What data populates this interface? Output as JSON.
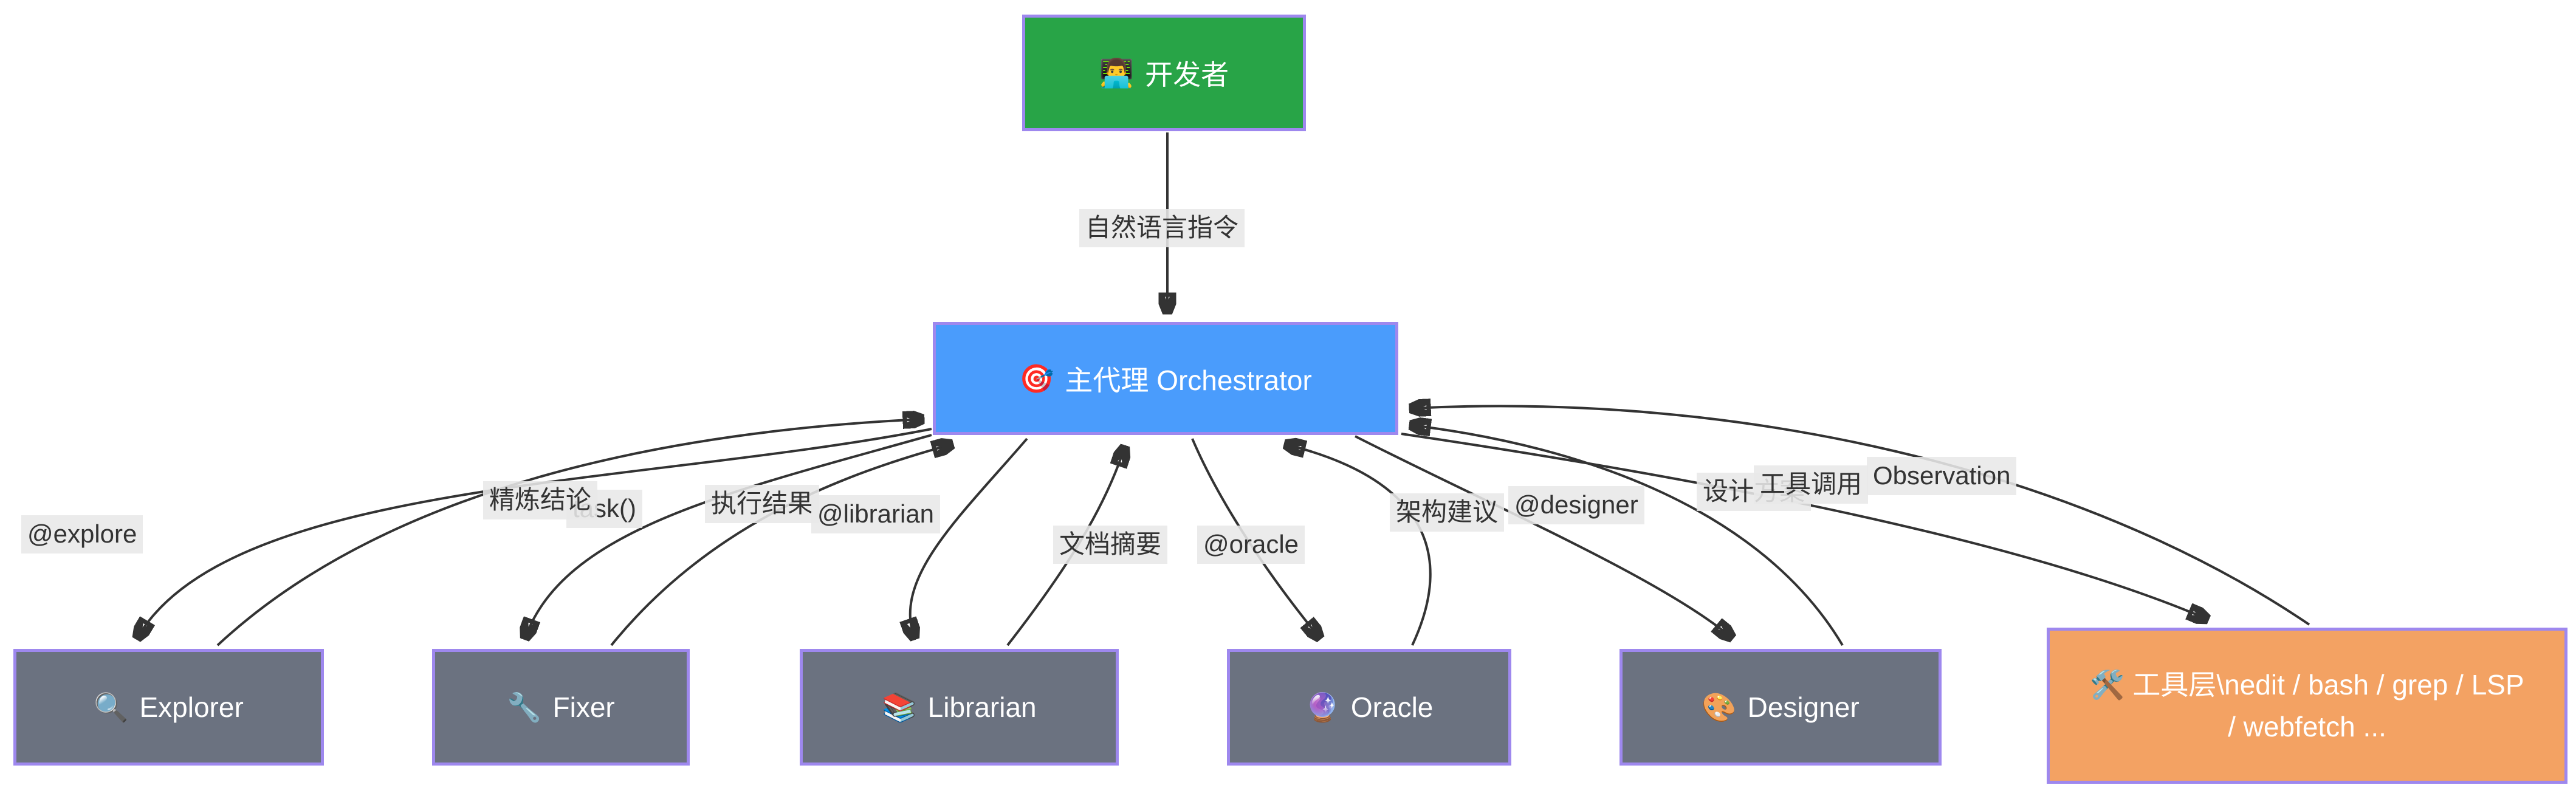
{
  "diagram": {
    "nodes": {
      "developer": {
        "icon": "👨‍💻",
        "label": "开发者"
      },
      "orchestrator": {
        "icon": "🎯",
        "label": "主代理 Orchestrator"
      },
      "explorer": {
        "icon": "🔍",
        "label": "Explorer"
      },
      "fixer": {
        "icon": "🔧",
        "label": "Fixer"
      },
      "librarian": {
        "icon": "📚",
        "label": "Librarian"
      },
      "oracle": {
        "icon": "🔮",
        "label": "Oracle"
      },
      "designer": {
        "icon": "🎨",
        "label": "Designer"
      },
      "tools": {
        "icon": "🛠️",
        "label": "工具层\\nedit / bash / grep / LSP / webfetch ..."
      }
    },
    "edge_labels": {
      "dev_to_orch": "自然语言指令",
      "to_explorer": "@explore",
      "from_explorer": "精炼结论",
      "to_fixer": "task()",
      "from_fixer": "执行结果",
      "to_librarian": "@librarian",
      "from_librarian": "文档摘要",
      "to_oracle": "@oracle",
      "from_oracle": "架构建议",
      "to_designer": "@designer",
      "from_designer": "设计方案",
      "to_tools": "工具调用",
      "from_tools": "Observation"
    },
    "colors": {
      "developer_fill": "#28a447",
      "orchestrator_fill": "#4a9cfc",
      "agent_fill": "#6b7280",
      "tools_fill": "#f3a263",
      "node_border": "#9e88ee",
      "node_text": "#ffffff",
      "edge": "#333333",
      "edge_label_text": "#333333",
      "edge_label_bg": "#e8e8e8"
    }
  }
}
